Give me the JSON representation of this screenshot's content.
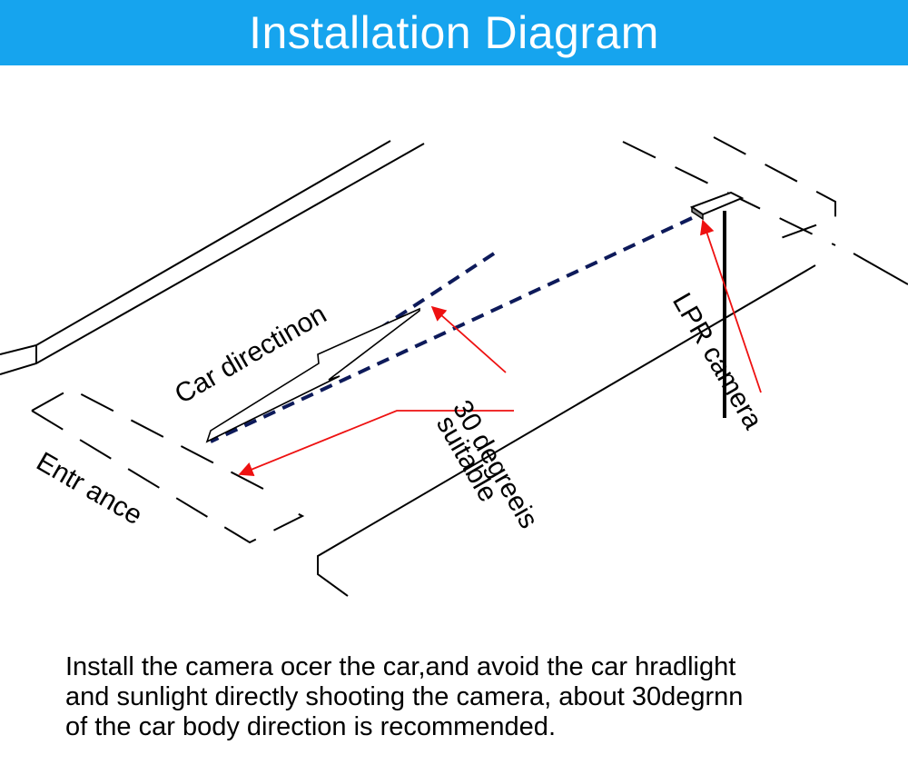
{
  "header": {
    "title": "Installation Diagram"
  },
  "colors": {
    "banner": "#16a4ee",
    "sightline": "#0d1a5a",
    "arrow": "#ee1111",
    "ink": "#000000"
  },
  "labels": {
    "car_direction": "Car directinon",
    "entrance": "Entr ance",
    "angle_line1": "30 degreeis",
    "angle_line2": "suitable",
    "camera": "LPR camera"
  },
  "caption": {
    "line1": "Install the camera ocer the car,and avoid the car hradlight",
    "line2": "and sunlight directly shooting the camera, about 30degrnn",
    "line3": "of the car body direction is recommended."
  }
}
